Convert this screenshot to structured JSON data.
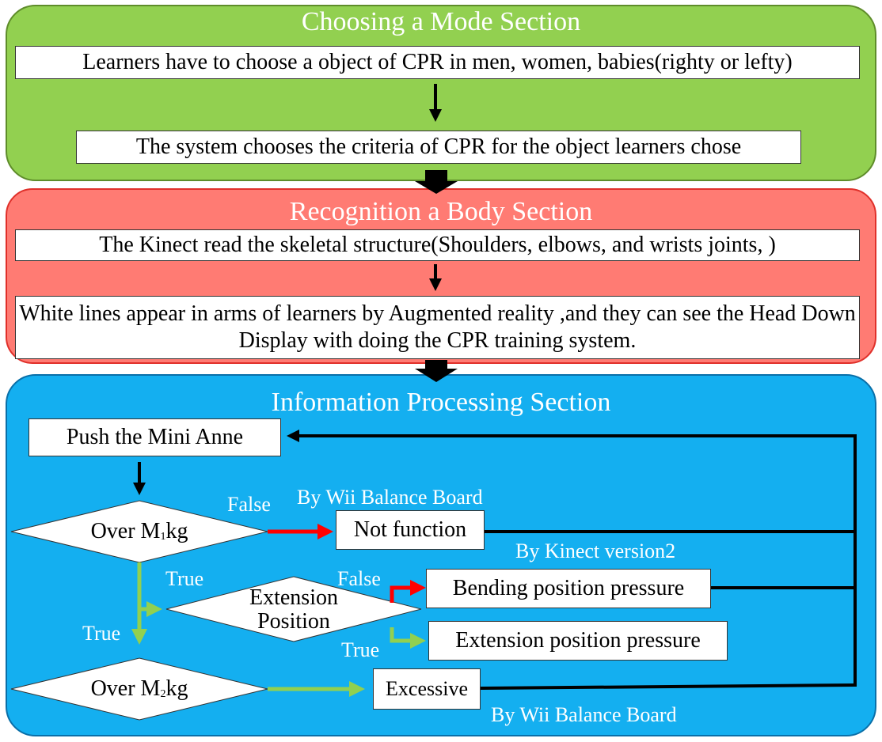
{
  "sections": {
    "mode": {
      "title": "Choosing a Mode Section",
      "box1": "Learners have to choose a object of CPR in men, women, babies(righty or lefty)",
      "box2": "The system chooses the criteria of CPR for the object learners chose"
    },
    "recognition": {
      "title": "Recognition a Body Section",
      "box1": "The Kinect read the skeletal structure(Shoulders, elbows, and wrists joints, )",
      "box2": "White lines appear in arms of learners by Augmented reality ,and they can see the Head Down Display with doing the CPR training system."
    },
    "processing": {
      "title": "Information Processing Section",
      "push": "Push the Mini Anne",
      "over_m1_pre": "Over M",
      "over_m1_sub": "1",
      "over_m1_post": "kg",
      "not_function": "Not function",
      "extension_position": "Extension Position",
      "bending_pressure": "Bending position pressure",
      "extension_pressure": "Extension position pressure",
      "over_m2_pre": "Over M",
      "over_m2_sub": "2",
      "over_m2_post": "kg",
      "excessive": "Excessive",
      "labels": {
        "by_wii_1": "By Wii Balance Board",
        "by_kinect": "By Kinect version2",
        "by_wii_2": "By Wii Balance Board",
        "false_1": "False",
        "false_2": "False",
        "true_1": "True",
        "true_2": "True",
        "true_3": "True"
      }
    }
  },
  "colors": {
    "green_section": "#92d050",
    "red_section": "#ff7b73",
    "blue_section": "#14aff0",
    "false_arrow": "#ff0000",
    "true_arrow": "#92d050"
  }
}
